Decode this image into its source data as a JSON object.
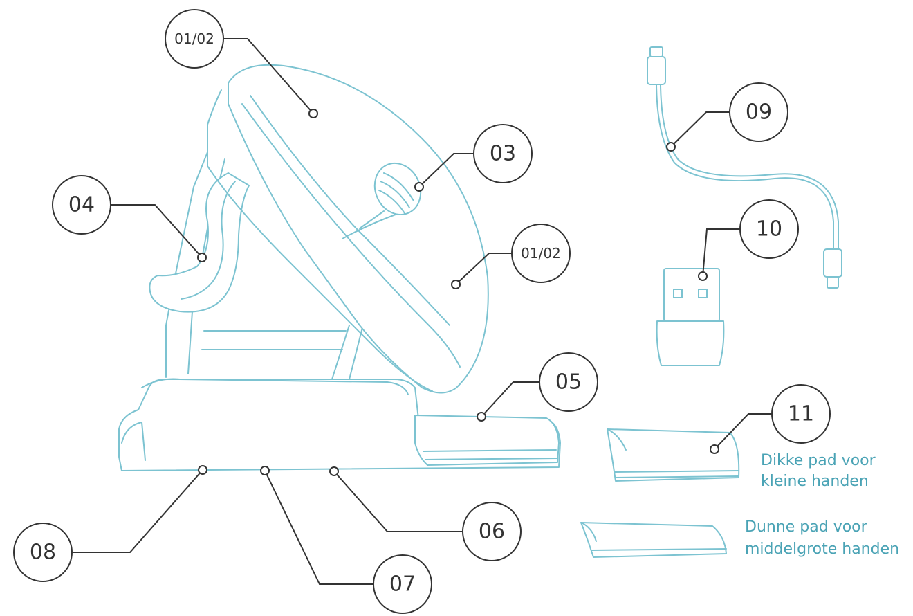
{
  "callouts": {
    "c01a": "01/02",
    "c01b": "01/02",
    "c03": "03",
    "c04": "04",
    "c05": "05",
    "c06": "06",
    "c07": "07",
    "c08": "08",
    "c09": "09",
    "c10": "10",
    "c11": "11"
  },
  "captions": {
    "thick_pad_line1": "Dikke pad voor",
    "thick_pad_line2": "kleine handen",
    "thin_pad_line1": "Dunne pad voor",
    "thin_pad_line2": "middelgrote handen"
  },
  "colors": {
    "outline": "#7cc3d1",
    "caption": "#4aa3b5",
    "callout": "#333333"
  }
}
